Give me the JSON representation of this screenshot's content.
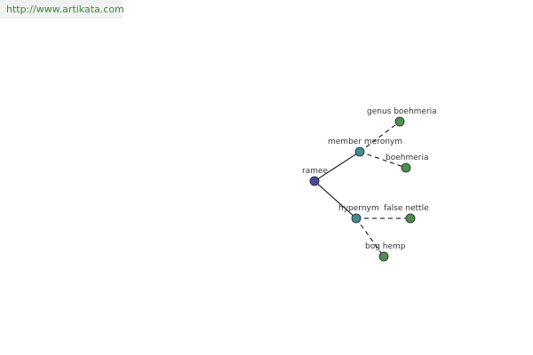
{
  "header": {
    "url": "http://www.artikata.com"
  },
  "colors": {
    "root": "#4a4aa0",
    "relation": "#3f8f8f",
    "leaf": "#4f8f4f",
    "edge": "#000000",
    "url_text": "#3a8a3a",
    "banner_bg": "#f1f1f1"
  },
  "graph": {
    "nodes": [
      {
        "id": "ramee",
        "label": "ramee",
        "kind": "root"
      },
      {
        "id": "member-meronym",
        "label": "member meronym",
        "kind": "relation"
      },
      {
        "id": "genus-boehmeria",
        "label": "genus boehmeria",
        "kind": "leaf"
      },
      {
        "id": "boehmeria",
        "label": "boehmeria",
        "kind": "leaf"
      },
      {
        "id": "hypernym",
        "label": "hypernym",
        "kind": "relation"
      },
      {
        "id": "false-nettle",
        "label": "false nettle",
        "kind": "leaf"
      },
      {
        "id": "bog-hemp",
        "label": "bog hemp",
        "kind": "leaf"
      }
    ],
    "edges": [
      {
        "from": "ramee",
        "to": "member-meronym",
        "style": "solid"
      },
      {
        "from": "ramee",
        "to": "hypernym",
        "style": "solid"
      },
      {
        "from": "member-meronym",
        "to": "genus-boehmeria",
        "style": "dashed"
      },
      {
        "from": "member-meronym",
        "to": "boehmeria",
        "style": "dashed"
      },
      {
        "from": "hypernym",
        "to": "false-nettle",
        "style": "dashed"
      },
      {
        "from": "hypernym",
        "to": "bog-hemp",
        "style": "dashed"
      }
    ]
  }
}
